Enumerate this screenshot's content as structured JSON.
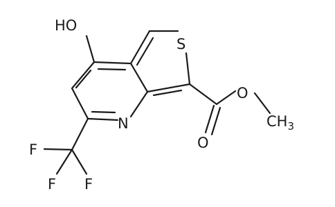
{
  "molecule": {
    "atoms": {
      "hydroxyl": "HO",
      "sulfur": "S",
      "nitrogen": "N",
      "carbonyl_oxygen": "O",
      "ester_oxygen": "O",
      "methyl_carbon": "C",
      "methyl_subscript": "H",
      "methyl_count": "3",
      "fluorine_left": "F",
      "fluorine_bottom": "F",
      "fluorine_right": "F"
    }
  },
  "colors": {
    "bond": "#1a1a1a",
    "label": "#1a1a1a",
    "background": "#ffffff"
  }
}
